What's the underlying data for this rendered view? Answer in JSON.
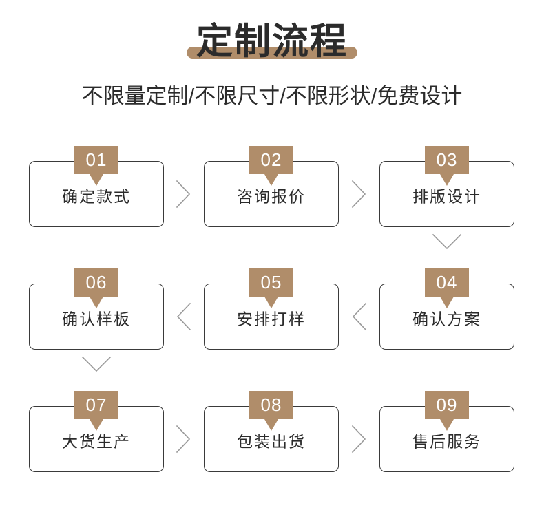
{
  "header": {
    "title": "定制流程",
    "subtitle": "不限量定制/不限尺寸/不限形状/免费设计"
  },
  "colors": {
    "accent": "#b08d6a",
    "text": "#2b2b2b",
    "box_border": "#3a3a3a",
    "chevron": "#9a9a9a",
    "background": "#ffffff"
  },
  "flow": {
    "rows": [
      {
        "direction": "left-to-right",
        "steps": [
          {
            "number": "01",
            "label": "确定款式"
          },
          {
            "number": "02",
            "label": "咨询报价"
          },
          {
            "number": "03",
            "label": "排版设计"
          }
        ]
      },
      {
        "direction": "right-to-left",
        "steps": [
          {
            "number": "06",
            "label": "确认样板"
          },
          {
            "number": "05",
            "label": "安排打样"
          },
          {
            "number": "04",
            "label": "确认方案"
          }
        ]
      },
      {
        "direction": "left-to-right",
        "steps": [
          {
            "number": "07",
            "label": "大货生产"
          },
          {
            "number": "08",
            "label": "包装出货"
          },
          {
            "number": "09",
            "label": "售后服务"
          }
        ]
      }
    ],
    "connectors": {
      "right_chevron": "chevron-right-icon",
      "left_chevron": "chevron-left-icon",
      "down_chevron": "chevron-down-icon"
    }
  }
}
